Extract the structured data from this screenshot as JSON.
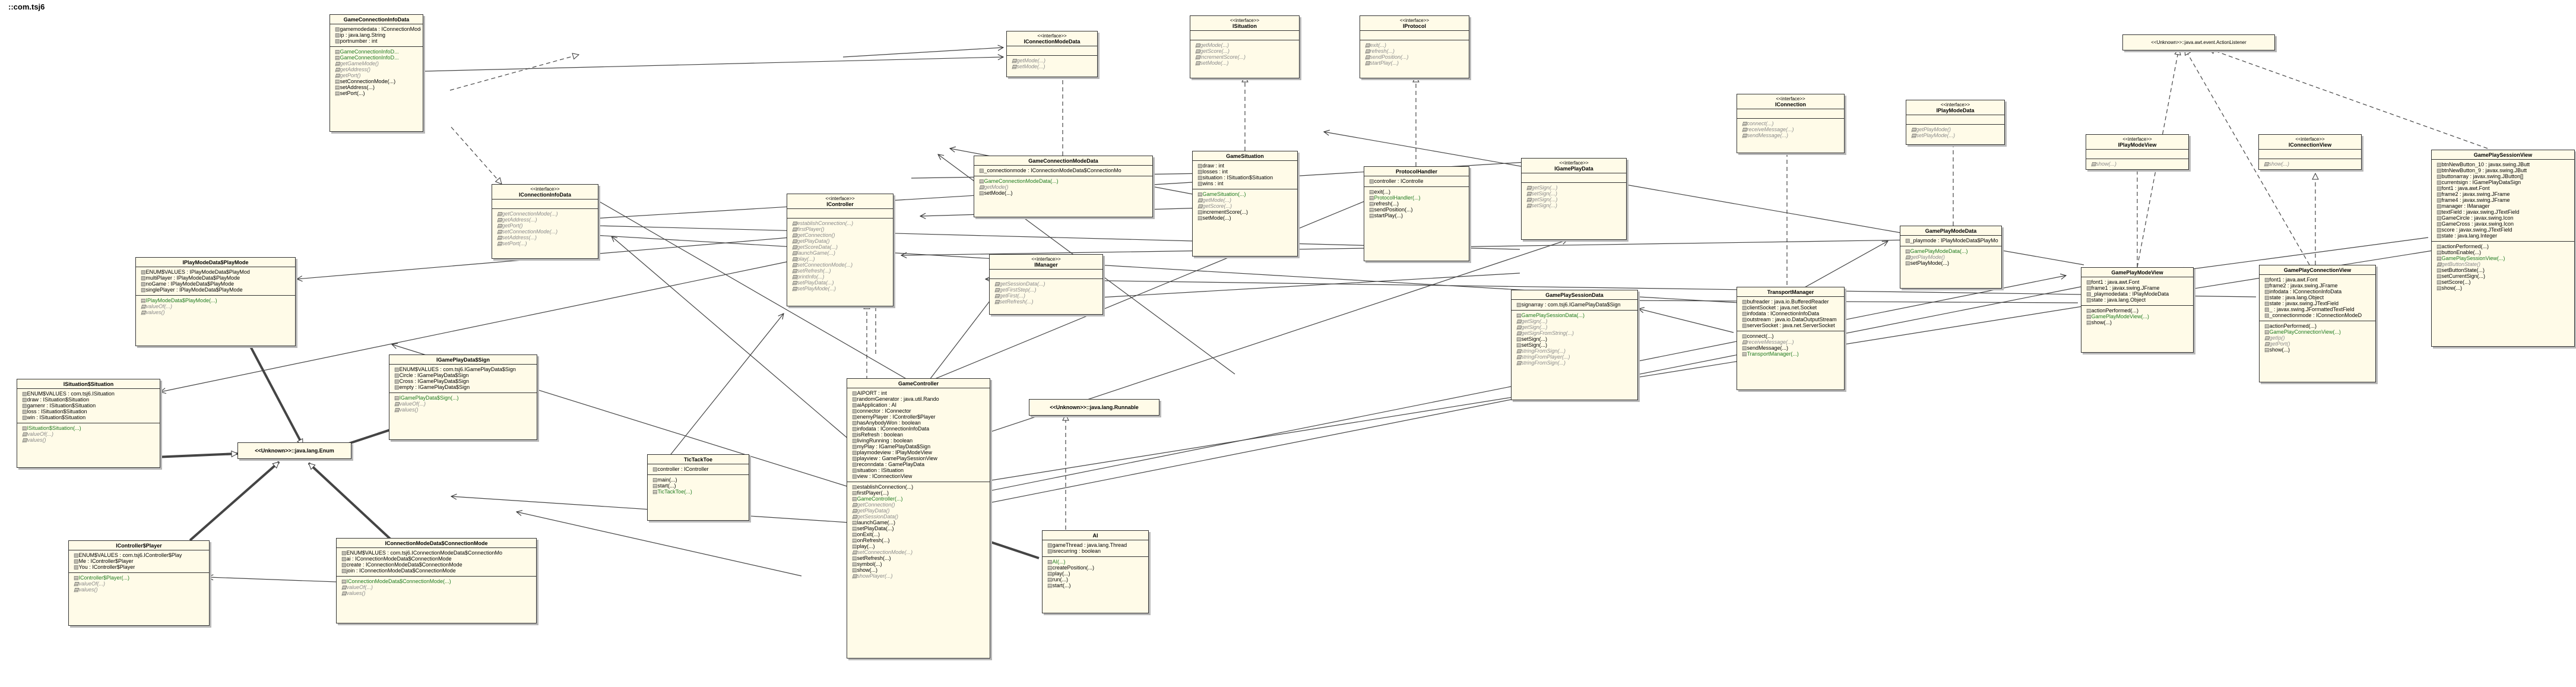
{
  "package_label": "::com.tsj6",
  "classes": {
    "GameConnectionInfoData": {
      "name": "GameConnectionInfoData",
      "fields": [
        "gamemodedata : IConnectionModeDa",
        "ip : java.lang.String",
        "portnumber : int"
      ],
      "methods": [
        {
          "t": "GameConnectionInfoD...",
          "k": "c"
        },
        {
          "t": "GameConnectionInfoD...",
          "k": "c"
        },
        {
          "t": "getGameMode()",
          "k": "a"
        },
        {
          "t": "getAddress()",
          "k": "a"
        },
        {
          "t": "getPort()",
          "k": "a"
        },
        {
          "t": "setConnectionMode(...)",
          "k": ""
        },
        {
          "t": "setAddress(...)",
          "k": ""
        },
        {
          "t": "setPort(...)",
          "k": ""
        }
      ]
    },
    "IConnectionModeData": {
      "stereo": "<<interface>>",
      "name": "IConnectionModeData",
      "fields": [],
      "methods": [
        {
          "t": "getMode(...)",
          "k": "a"
        },
        {
          "t": "setMode(...)",
          "k": "a"
        }
      ]
    },
    "ISituation": {
      "stereo": "<<interface>>",
      "name": "ISituation",
      "fields": [],
      "methods": [
        {
          "t": "getMode(...)",
          "k": "a"
        },
        {
          "t": "getScore(...)",
          "k": "a"
        },
        {
          "t": "incrementScore(...)",
          "k": "a"
        },
        {
          "t": "setMode(...)",
          "k": "a"
        }
      ]
    },
    "IProtocol": {
      "stereo": "<<interface>>",
      "name": "IProtocol",
      "fields": [],
      "methods": [
        {
          "t": "exit(...)",
          "k": "a"
        },
        {
          "t": "refresh(...)",
          "k": "a"
        },
        {
          "t": "sendPosition(...)",
          "k": "a"
        },
        {
          "t": "startPlay(...)",
          "k": "a"
        }
      ]
    },
    "ActionListener": {
      "stereo": "<<Unknown>>::java.awt.event.ActionListener",
      "name": "",
      "fields": [],
      "methods": [],
      "onlyHead": true
    },
    "IConnection": {
      "stereo": "<<interface>>",
      "name": "IConnection",
      "fields": [],
      "methods": [
        {
          "t": "connect(...)",
          "k": "a"
        },
        {
          "t": "receiveMessage(...)",
          "k": "a"
        },
        {
          "t": "sendMessage(...)",
          "k": "a"
        }
      ]
    },
    "IPlayModeData": {
      "stereo": "<<interface>>",
      "name": "IPlayModeData",
      "fields": [],
      "methods": [
        {
          "t": "getPlayMode()",
          "k": "a"
        },
        {
          "t": "setPlayMode(...)",
          "k": "a"
        }
      ]
    },
    "IPlayModeView": {
      "stereo": "<<interface>>",
      "name": "IPlayModeView",
      "fields": [],
      "methods": [
        {
          "t": "show(...)",
          "k": "a"
        }
      ]
    },
    "IConnectionView": {
      "stereo": "<<interface>>",
      "name": "IConnectionView",
      "fields": [],
      "methods": [
        {
          "t": "show(...)",
          "k": "a"
        }
      ]
    },
    "GamePlaySessionView": {
      "name": "GamePlaySessionView",
      "fields": [
        "btnNewButton_10 : javax.swing.JButt",
        "btnNewButton_9 : javax.swing.JButt",
        "buttonarray : javax.swing.JButton[]",
        "currentsign : IGamePlayDataSign",
        "font1 : java.awt.Font",
        "frame2 : javax.swing.JFrame",
        "frame4 : javax.swing.JFrame",
        "manager : IManager",
        "textField : javax.swing.JTextField",
        "GameCircle : javax.swing.Icon",
        "GameCross : javax.swing.Icon",
        "score : javax.swing.JTextField",
        "state : java.lang.Integer"
      ],
      "methods": [
        {
          "t": "actionPerformed(...)",
          "k": ""
        },
        {
          "t": "buttonEnable(...)",
          "k": ""
        },
        {
          "t": "GamePlaySessionView(...)",
          "k": "c"
        },
        {
          "t": "getButtonState()",
          "k": "a"
        },
        {
          "t": "setButtonState(...)",
          "k": ""
        },
        {
          "t": "setCurrentSign(...)",
          "k": ""
        },
        {
          "t": "setScore(...)",
          "k": ""
        },
        {
          "t": "show(...)",
          "k": ""
        }
      ]
    },
    "IConnectionInfoData": {
      "stereo": "<<interface>>",
      "name": "IConnectionInfoData",
      "fields": [],
      "methods": [
        {
          "t": "getConnectionMode(...)",
          "k": "a"
        },
        {
          "t": "getAddress(...)",
          "k": "a"
        },
        {
          "t": "getPort()",
          "k": "a"
        },
        {
          "t": "setConnectionMode(...)",
          "k": "a"
        },
        {
          "t": "setAddress(...)",
          "k": "a"
        },
        {
          "t": "setPort(...)",
          "k": "a"
        }
      ]
    },
    "GameConnectionModeData": {
      "name": "GameConnectionModeData",
      "fields": [
        "_connectionmode : IConnectionModeData$ConnectionMo"
      ],
      "methods": [
        {
          "t": "GameConnectionModeData(...)",
          "k": "c"
        },
        {
          "t": "getMode()",
          "k": "a"
        },
        {
          "t": "setMode(...)",
          "k": ""
        }
      ]
    },
    "GameSituation": {
      "name": "GameSituation",
      "fields": [
        "draw : int",
        "losses : int",
        "situation : ISituation$Situation",
        "wins : int"
      ],
      "methods": [
        {
          "t": "GameSituation(...)",
          "k": "c"
        },
        {
          "t": "getMode(...)",
          "k": "a"
        },
        {
          "t": "getScore(...)",
          "k": "a"
        },
        {
          "t": "incrementScore(...)",
          "k": ""
        },
        {
          "t": "setMode(...)",
          "k": ""
        }
      ]
    },
    "ProtocolHandler": {
      "name": "ProtocolHandler",
      "fields": [
        "controller : IControlle"
      ],
      "methods": [
        {
          "t": "exit(...)",
          "k": ""
        },
        {
          "t": "ProtocolHandler(...)",
          "k": "c"
        },
        {
          "t": "refresh(...)",
          "k": ""
        },
        {
          "t": "sendPosition(...)",
          "k": ""
        },
        {
          "t": "startPlay(...)",
          "k": ""
        }
      ]
    },
    "IGamePlayData": {
      "stereo": "<<interface>>",
      "name": "IGamePlayData",
      "fields": [],
      "methods": [
        {
          "t": "getSign(...)",
          "k": "a"
        },
        {
          "t": "setSign(...)",
          "k": "a"
        },
        {
          "t": "getSign(...)",
          "k": "a"
        },
        {
          "t": "setSign(...)",
          "k": "a"
        }
      ]
    },
    "GamePlayModeData": {
      "name": "GamePlayModeData",
      "fields": [
        "_playmode : IPlayModeData$PlayMo"
      ],
      "methods": [
        {
          "t": "GamePlayModeData(...)",
          "k": "c"
        },
        {
          "t": "getPlayMode()",
          "k": "a"
        },
        {
          "t": "setPlayMode(...)",
          "k": ""
        }
      ]
    },
    "IController": {
      "stereo": "<<interface>>",
      "name": "IController",
      "fields": [],
      "methods": [
        {
          "t": "establishConnection(...)",
          "k": "a"
        },
        {
          "t": "firstPlayer()",
          "k": "a"
        },
        {
          "t": "getConnection()",
          "k": "a"
        },
        {
          "t": "getPlayData()",
          "k": "a"
        },
        {
          "t": "getScoreData(...)",
          "k": "a"
        },
        {
          "t": "launchGame(...)",
          "k": "a"
        },
        {
          "t": "play(...)",
          "k": "a"
        },
        {
          "t": "setConnectionMode(...)",
          "k": "a"
        },
        {
          "t": "setRefresh(...)",
          "k": "a"
        },
        {
          "t": "printInfo(...)",
          "k": "a"
        },
        {
          "t": "setPlayData(...)",
          "k": "a"
        },
        {
          "t": "setPlayMode(...)",
          "k": "a"
        }
      ]
    },
    "IPlayModeData_PlayMode": {
      "name": "IPlayModeData$PlayMode",
      "fields": [
        "ENUM$VALUES : IPlayModeData$PlayMod",
        "multiPlayer : IPlayModeData$PlayMode",
        "noGame : IPlayModeData$PlayMode",
        "singlePlayer : IPlayModeData$PlayMode"
      ],
      "methods": [
        {
          "t": "IPlayModeData$PlayMode(...)",
          "k": "c"
        },
        {
          "t": "valueOf(...)",
          "k": "a"
        },
        {
          "t": "values()",
          "k": "a"
        }
      ]
    },
    "IManager": {
      "stereo": "<<interface>>",
      "name": "IManager",
      "fields": [],
      "methods": [
        {
          "t": "getSessionData(...)",
          "k": "a"
        },
        {
          "t": "getFirstStep(...)",
          "k": "a"
        },
        {
          "t": "getFirst(...)",
          "k": "a"
        },
        {
          "t": "setRefresh(...)",
          "k": "a"
        }
      ]
    },
    "GamePlaySessionData": {
      "name": "GamePlaySessionData",
      "fields": [
        "signarray : com.tsj6.IGamePlayData$Sign"
      ],
      "methods": [
        {
          "t": "GamePlaySessionData(...)",
          "k": "c"
        },
        {
          "t": "getSign(...)",
          "k": "a"
        },
        {
          "t": "getSign(...)",
          "k": "a"
        },
        {
          "t": "getSignFromString(...)",
          "k": "a"
        },
        {
          "t": "setSign(...)",
          "k": ""
        },
        {
          "t": "setSign(...)",
          "k": ""
        },
        {
          "t": "stringFromSign(...)",
          "k": "a"
        },
        {
          "t": "stringFromPlayer(...)",
          "k": "a"
        },
        {
          "t": "stringFromSign(...)",
          "k": "a"
        }
      ]
    },
    "TransportManager": {
      "name": "TransportManager",
      "fields": [
        "bufreader : java.io.BufferedReader",
        "clientSocket : java.net.Socket",
        "infodata : IConnectionInfoData",
        "outstream : java.io.DataOutputStream",
        "serverSocket : java.net.ServerSocket"
      ],
      "methods": [
        {
          "t": "connect(...)",
          "k": ""
        },
        {
          "t": "receiveMessage(...)",
          "k": "a"
        },
        {
          "t": "sendMessage(...)",
          "k": ""
        },
        {
          "t": "TransportManager(...)",
          "k": "c"
        }
      ]
    },
    "GamePlayModeView": {
      "name": "GamePlayModeView",
      "fields": [
        "font1 : java.awt.Font",
        "frame1 : javax.swing.JFrame",
        "_playmodedata : IPlayModeData",
        "state : java.lang.Object"
      ],
      "methods": [
        {
          "t": "actionPerformed(...)",
          "k": ""
        },
        {
          "t": "GamePlayModeView(...)",
          "k": "c"
        },
        {
          "t": "show(...)",
          "k": ""
        }
      ]
    },
    "GamePlayConnectionView": {
      "name": "GamePlayConnectionView",
      "fields": [
        "font1 : java.awt.Font",
        "frame2 : javax.swing.JFrame",
        "infodata : IConnectionInfoData",
        "state : java.lang.Object",
        "state : javax.swing.JTextField",
        "_ : javax.swing.JFormattedTextField",
        "_connectionmode : IConnectionModeD"
      ],
      "methods": [
        {
          "t": "actionPerformed(...)",
          "k": ""
        },
        {
          "t": "GamePlayConnectionView(...)",
          "k": "c"
        },
        {
          "t": "getIp()",
          "k": "a"
        },
        {
          "t": "getPort()",
          "k": "a"
        },
        {
          "t": "show(...)",
          "k": ""
        }
      ]
    },
    "ISituation_Situation": {
      "name": "ISituation$Situation",
      "fields": [
        "ENUM$VALUES : com.tsj6.ISituation",
        "draw : ISituation$Situation",
        "gamenr : ISituation$Situation",
        "loss : ISituation$Situation",
        "win : ISituation$Situation"
      ],
      "methods": [
        {
          "t": "ISituation$Situation(...)",
          "k": "c"
        },
        {
          "t": "valueOf(...)",
          "k": "a"
        },
        {
          "t": "values()",
          "k": "a"
        }
      ]
    },
    "IGamePlayData_Sign": {
      "name": "IGamePlayData$Sign",
      "fields": [
        "ENUM$VALUES : com.tsj6.IGamePlayData$Sign",
        "Circle : IGamePlayData$Sign",
        "Cross : IGamePlayData$Sign",
        "empty : IGamePlayData$Sign"
      ],
      "methods": [
        {
          "t": "IGamePlayData$Sign(...)",
          "k": "c"
        },
        {
          "t": "valueOf(...)",
          "k": "a"
        },
        {
          "t": "values()",
          "k": "a"
        }
      ]
    },
    "JavaEnum": {
      "stereo": "",
      "name": "<<Unknown>>::java.lang.Enum",
      "fields": [],
      "methods": [],
      "onlyHead": true
    },
    "TicTackToe": {
      "name": "TicTackToe",
      "fields": [
        "controller : IController"
      ],
      "methods": [
        {
          "t": "main(...)",
          "k": ""
        },
        {
          "t": "start(...)",
          "k": ""
        },
        {
          "t": "TicTackToe(...)",
          "k": "c"
        }
      ]
    },
    "GameController": {
      "name": "GameController",
      "fields": [
        "AIPORT : int",
        "randomGenerator : java.util.Rando",
        "aiApplication : AI",
        "connector : IConnector",
        "enemyPlayer : IController$Player",
        "hasAnybodyWon : boolean",
        "infodata : IConnectionInfoData",
        "isRefresh : boolean",
        "livingRunning : boolean",
        "myPlay : IGamePlayData$Sign",
        "playmodeview : IPlayModeView",
        "playview : GamePlaySessionView",
        "reconndata : GamePlayData",
        "situation : ISituation",
        "view : IConnectionView"
      ],
      "methods": [
        {
          "t": "establishConnection(...)",
          "k": ""
        },
        {
          "t": "firstPlayer(...)",
          "k": ""
        },
        {
          "t": "GameController(...)",
          "k": "c"
        },
        {
          "t": "getConnection()",
          "k": "a"
        },
        {
          "t": "getPlayData()",
          "k": "a"
        },
        {
          "t": "getSessionData()",
          "k": "a"
        },
        {
          "t": "launchGame(...)",
          "k": ""
        },
        {
          "t": "setPlayData(...)",
          "k": ""
        },
        {
          "t": "onExit(...)",
          "k": ""
        },
        {
          "t": "onRefresh(...)",
          "k": ""
        },
        {
          "t": "play(...)",
          "k": ""
        },
        {
          "t": "setConnectionMode(...)",
          "k": "a"
        },
        {
          "t": "setRefresh(...)",
          "k": ""
        },
        {
          "t": "symbol(...)",
          "k": ""
        },
        {
          "t": "show(...)",
          "k": ""
        },
        {
          "t": "showPlayer(...)",
          "k": "a"
        }
      ]
    },
    "Runnable": {
      "stereo": "",
      "name": "<<Unknown>>::java.lang.Runnable",
      "fields": [],
      "methods": [],
      "onlyHead": true
    },
    "AI": {
      "name": "AI",
      "fields": [
        "gameThread : java.lang.Thread",
        "isrecurring : boolean"
      ],
      "methods": [
        {
          "t": "AI(...)",
          "k": "c"
        },
        {
          "t": "createPosition(...)",
          "k": ""
        },
        {
          "t": "play(...)",
          "k": ""
        },
        {
          "t": "run(...)",
          "k": ""
        },
        {
          "t": "start(...)",
          "k": ""
        }
      ]
    },
    "IController_Player": {
      "name": "IController$Player",
      "fields": [
        "ENUM$VALUES : com.tsj6.IController$Play",
        "Me : IController$Player",
        "You : IController$Player"
      ],
      "methods": [
        {
          "t": "IController$Player(...)",
          "k": "c"
        },
        {
          "t": "valueOf(...)",
          "k": "a"
        },
        {
          "t": "values()",
          "k": "a"
        }
      ]
    },
    "IConnectionModeData_ConnectionMode": {
      "name": "IConnectionModeData$ConnectionMode",
      "fields": [
        "ENUM$VALUES : com.tsj6.IConnectionModeData$ConnectionMo",
        "ai : IConnectionModeData$ConnectionMode",
        "create : IConnectionModeData$ConnectionMode",
        "join : IConnectionModeData$ConnectionMode"
      ],
      "methods": [
        {
          "t": "IConnectionModeData$ConnectionMode(...)",
          "k": "c"
        },
        {
          "t": "valueOf(...)",
          "k": "a"
        },
        {
          "t": "values()",
          "k": "a"
        }
      ]
    }
  }
}
